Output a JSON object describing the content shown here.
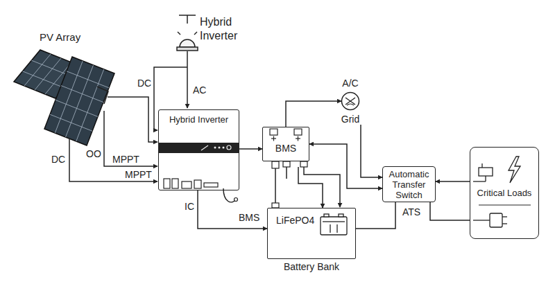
{
  "diagram": {
    "nodes": [
      {
        "text": [
          "Hybrid Inverter"
        ]
      },
      {
        "text": [
          "BMS"
        ]
      },
      {
        "text": [
          "A/C",
          "Grid"
        ]
      },
      {
        "text": [
          "LiFePO4",
          "Battery Bank"
        ]
      },
      {
        "text": [
          "Automatic Transfer Switch"
        ]
      },
      {
        "text": [
          "Critical Loads"
        ]
      }
    ],
    "edges": [
      {
        "from": 0,
        "to": 1,
        "arrow": "to"
      },
      {
        "from": 1,
        "to": 2,
        "arrow": "to"
      },
      {
        "from": 1,
        "to": 4,
        "arrow": "both"
      },
      {
        "from": 2,
        "to": 4,
        "arrow": "to"
      },
      {
        "from": 5,
        "to": 4,
        "arrow": "to"
      },
      {
        "from": 1,
        "to": 3,
        "arrow": "to"
      },
      {
        "from": 0,
        "to": 3,
        "arrow": "to"
      },
      {
        "from": 3,
        "to": 4,
        "arrow": "none"
      },
      {
        "from": 4,
        "to": 5,
        "arrow": "none"
      }
    ],
    "labels": [
      "PV Array",
      "Hybrid Inverter",
      "DC",
      "AC",
      "DC",
      "OO",
      "MPPT",
      "MPPT",
      "IC",
      "BMS",
      "ATS"
    ]
  }
}
